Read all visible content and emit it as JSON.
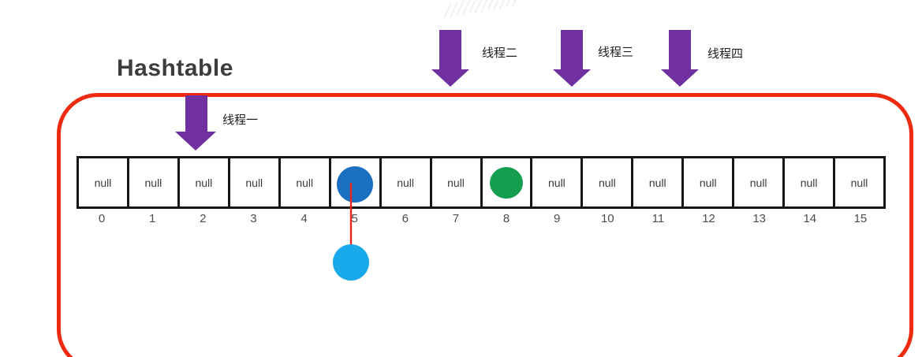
{
  "title": "Hashtable",
  "threads": [
    {
      "label": "线程一"
    },
    {
      "label": "线程二"
    },
    {
      "label": "线程三"
    },
    {
      "label": "线程四"
    }
  ],
  "hashtable": {
    "cells": [
      {
        "index": "0",
        "value": "null"
      },
      {
        "index": "1",
        "value": "null"
      },
      {
        "index": "2",
        "value": "null"
      },
      {
        "index": "3",
        "value": "null"
      },
      {
        "index": "4",
        "value": "null"
      },
      {
        "index": "5",
        "value": "",
        "circle": "dark-blue"
      },
      {
        "index": "6",
        "value": "null"
      },
      {
        "index": "7",
        "value": "null"
      },
      {
        "index": "8",
        "value": "",
        "circle": "green"
      },
      {
        "index": "9",
        "value": "null"
      },
      {
        "index": "10",
        "value": "null"
      },
      {
        "index": "11",
        "value": "null"
      },
      {
        "index": "12",
        "value": "null"
      },
      {
        "index": "13",
        "value": "null"
      },
      {
        "index": "14",
        "value": "null"
      },
      {
        "index": "15",
        "value": "null"
      }
    ]
  },
  "colors": {
    "border-red": "#ee2a10",
    "arrow-purple": "#7030a0",
    "circle-dark-blue": "#1b6fc1",
    "circle-light-blue": "#17a9e9",
    "circle-green": "#149e4e",
    "arrow-red": "#e8251c",
    "title-gray": "#3d3d3d"
  }
}
